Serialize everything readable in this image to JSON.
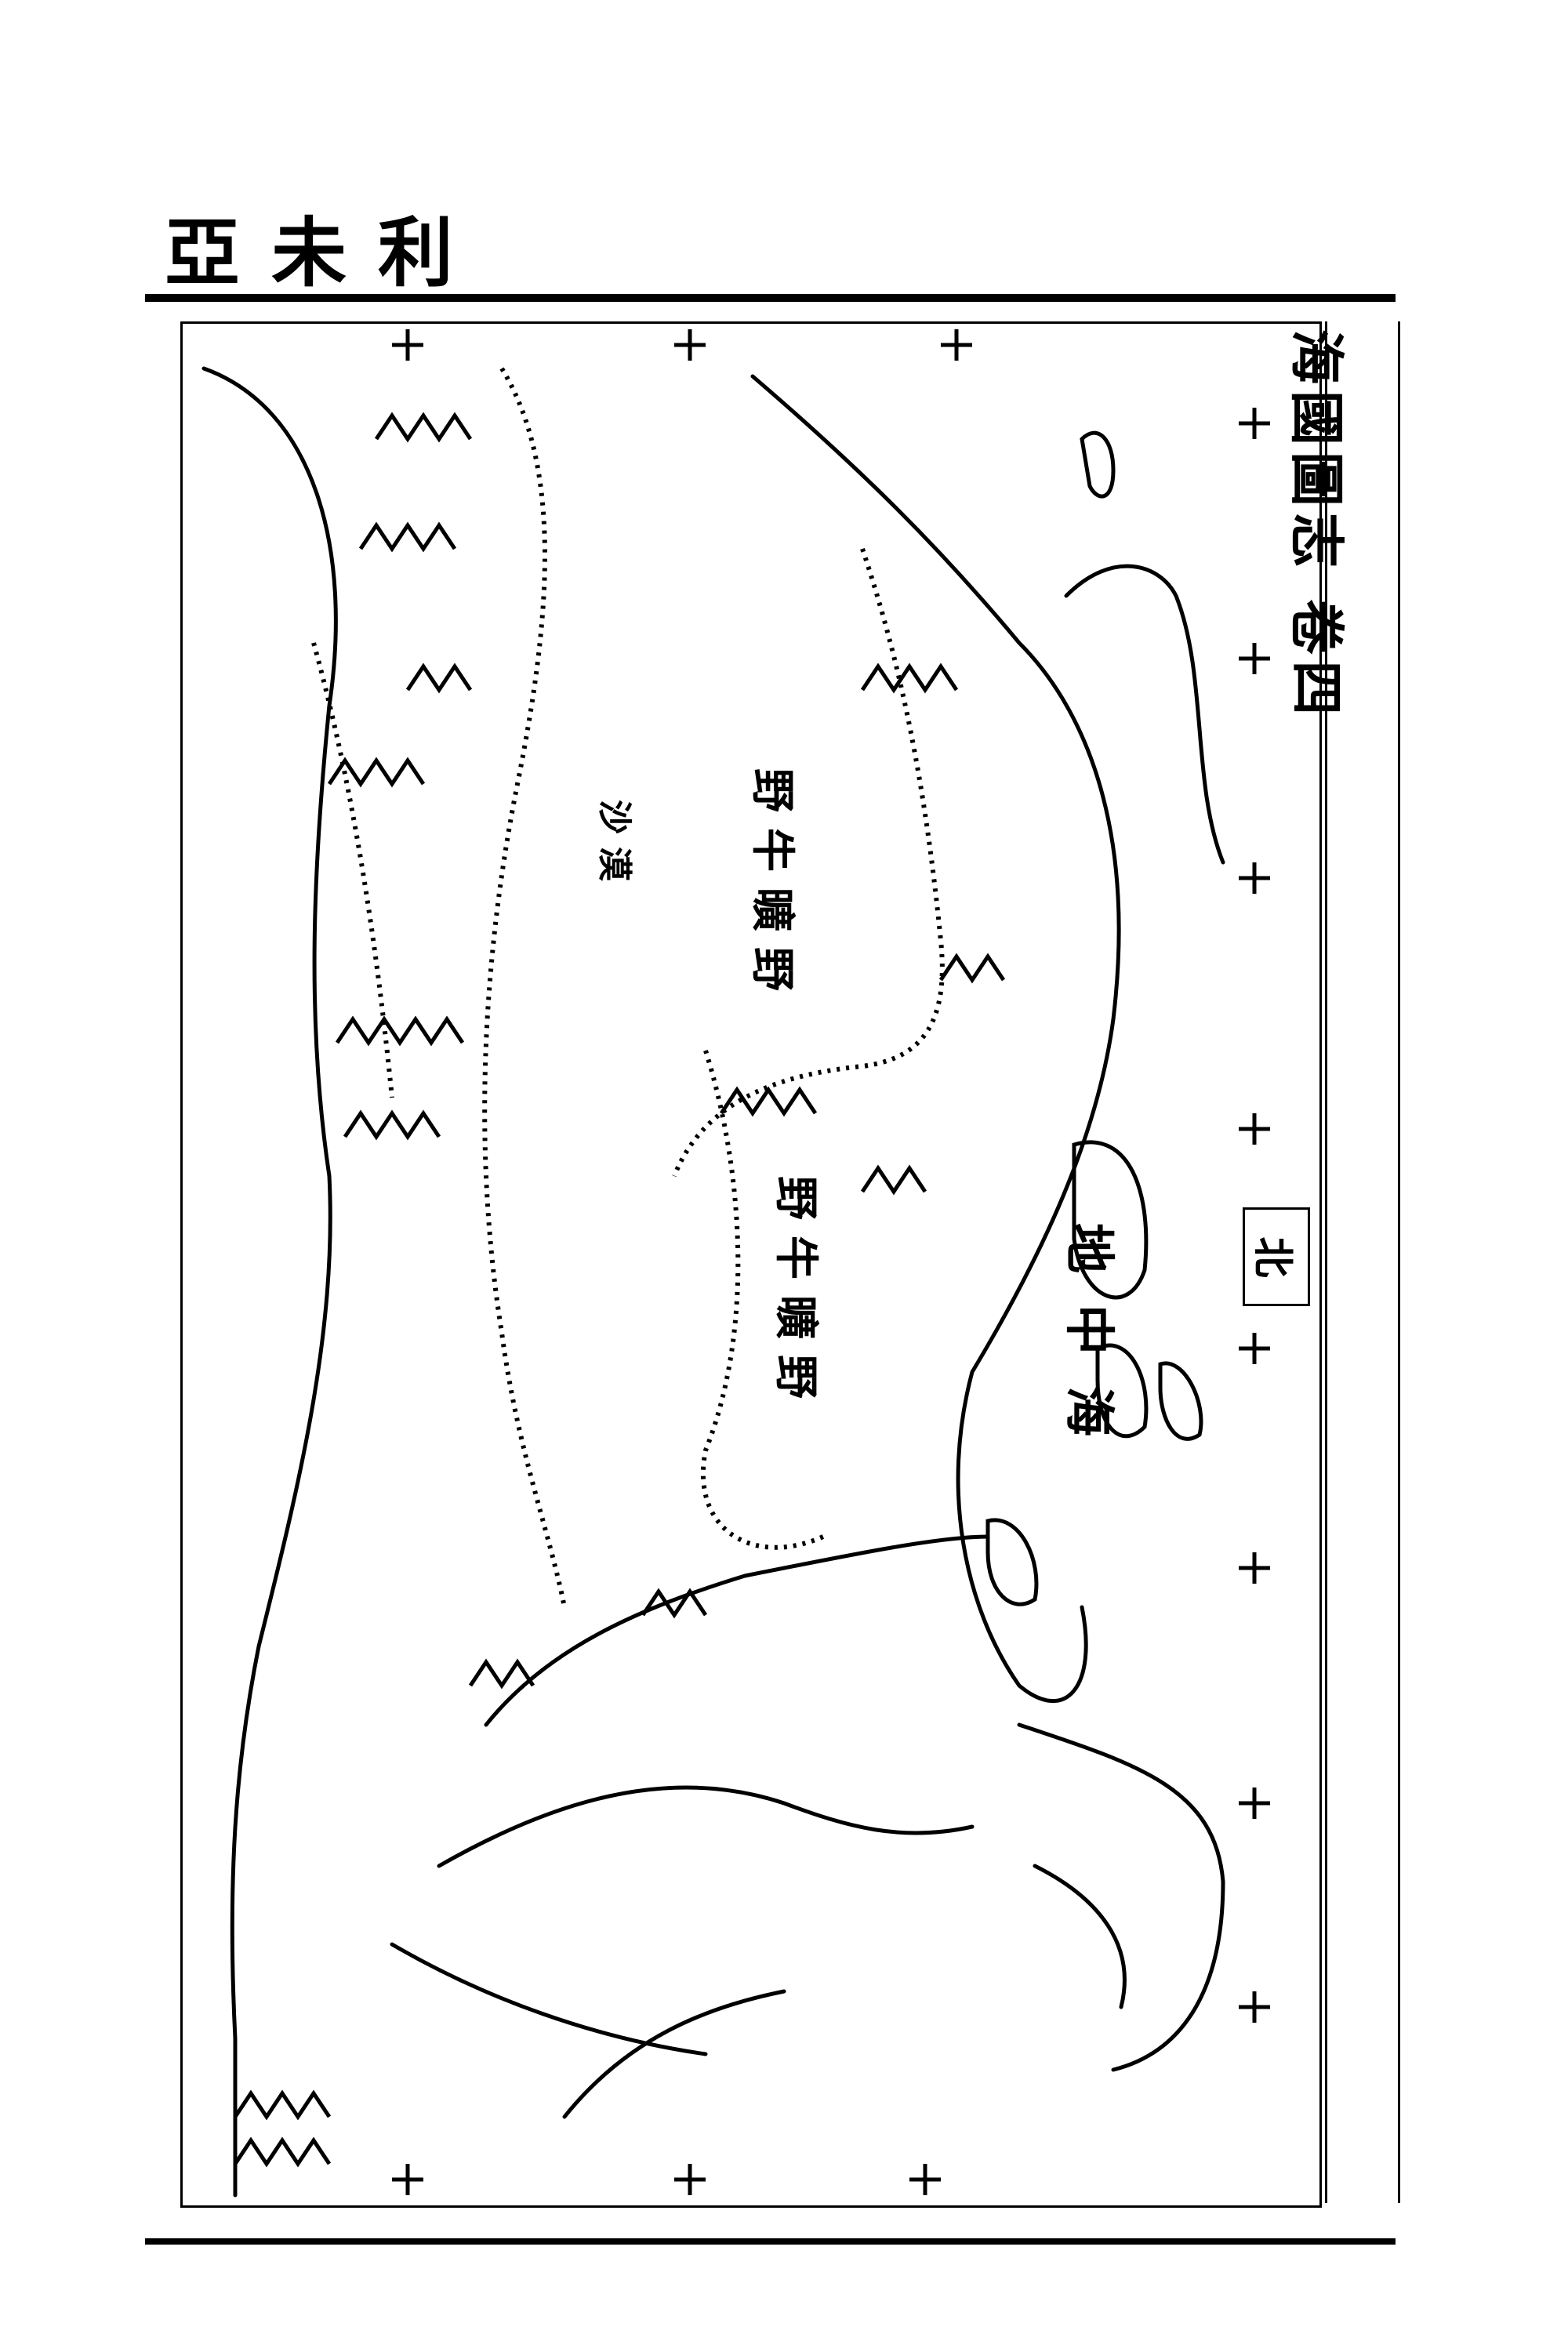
{
  "page": {
    "title": "利未亞",
    "header": "海國圖志 卷四"
  },
  "map": {
    "compass": "北",
    "labels": {
      "sea": "地中海",
      "wilderness_1": "野牛曠野",
      "wilderness_2": "野牛曠野",
      "desert": "沙漠",
      "north_label": "北"
    },
    "grid_mark": "十"
  },
  "colors": {
    "ink": "#000000",
    "paper": "#ffffff"
  }
}
